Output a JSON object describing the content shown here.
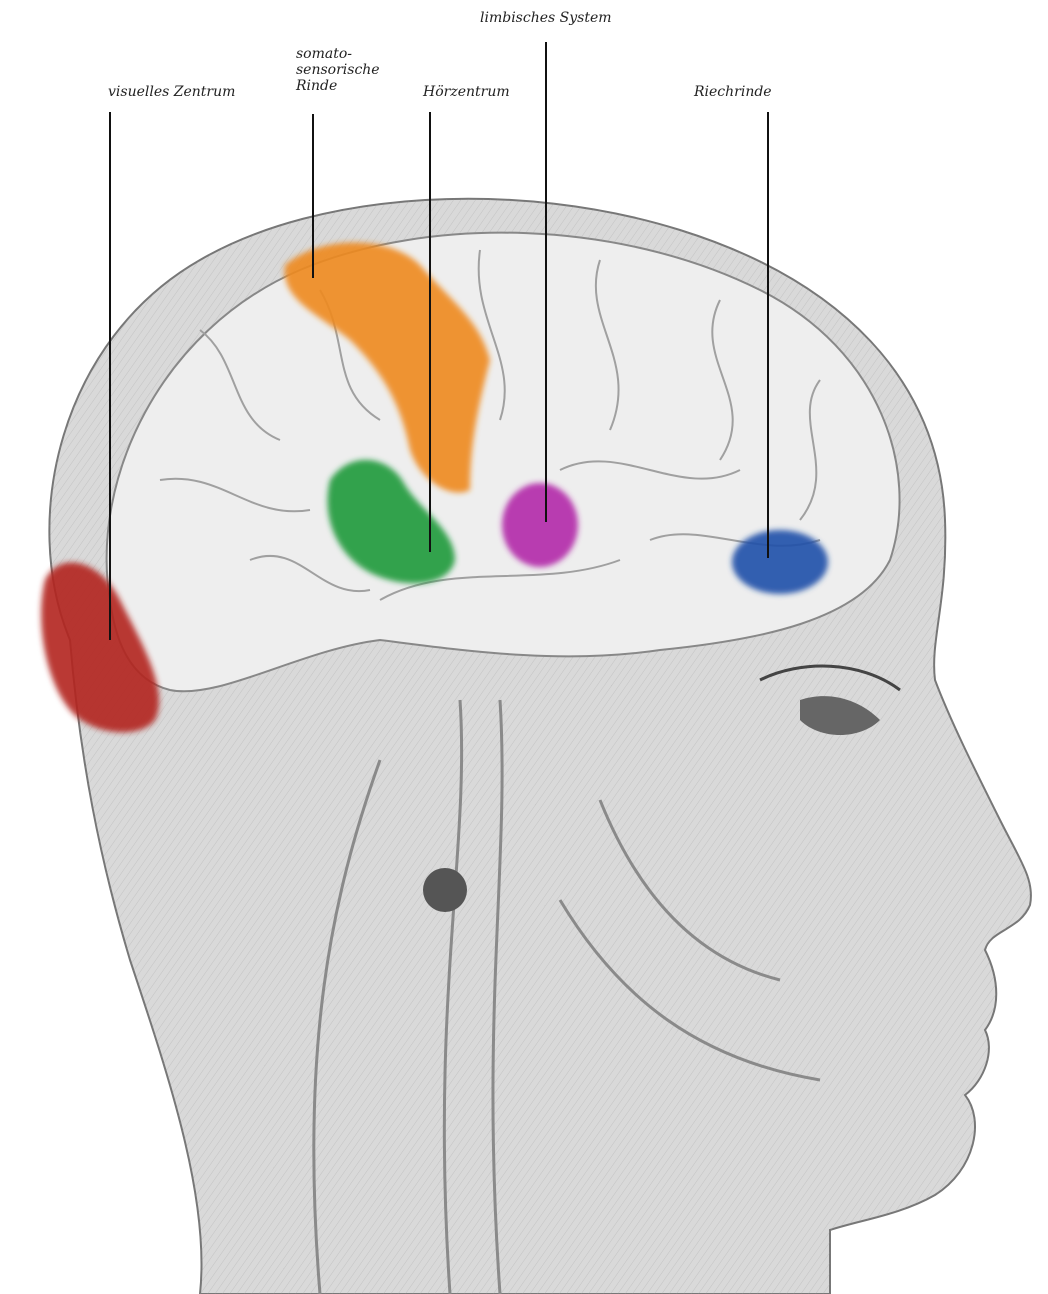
{
  "labels": {
    "visual": "visuelles Zentrum",
    "somato": [
      "somato-",
      "sensorische",
      "Rinde"
    ],
    "hearing": "Hörzentrum",
    "limbic": "limbisches System",
    "smell": "Riechrinde"
  },
  "regions": {
    "visual": {
      "color": "#b3221c"
    },
    "somato": {
      "color": "#ee8a1f"
    },
    "hearing": {
      "color": "#1f9a3a"
    },
    "limbic": {
      "color": "#b22aa8"
    },
    "smell": {
      "color": "#1e4fa8"
    }
  }
}
